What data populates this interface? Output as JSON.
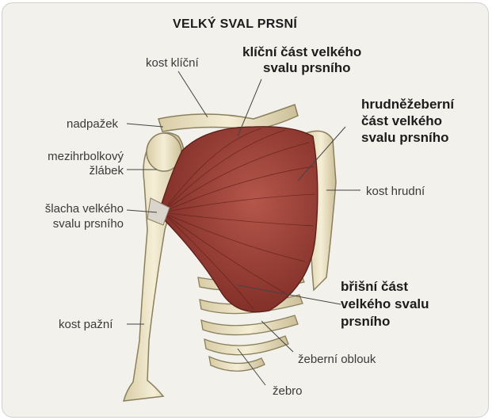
{
  "title": "VELKÝ SVAL PRSNÍ",
  "labels": {
    "kost_klicni": "kost klíční",
    "nadpazek": "nadpažek",
    "mezihrbolkovy_line1": "mezihrbolkový",
    "mezihrbolkovy_line2": "žlábek",
    "slacha_line1": "šlacha velkého",
    "slacha_line2": "svalu prsního",
    "kost_pazni": "kost pažní",
    "kost_hrudni": "kost hrudní",
    "zeberni_oblouk": "žeberní oblouk",
    "zebro": "žebro",
    "klicni_cast_line1": "klíční část velkého",
    "klicni_cast_line2": "svalu prsního",
    "hrudnezeberni_line1": "hrudněžeberní",
    "hrudnezeberni_line2": "část velkého",
    "hrudnezeberni_line3": "svalu prsního",
    "brisni_line1": "břišní část",
    "brisni_line2": "velkého svalu",
    "brisni_line3": "prsního"
  },
  "colors": {
    "bone": "#efe6c8",
    "bone_outline": "#8a7f5e",
    "muscle": "#9b3c34",
    "muscle_dark": "#6e241f",
    "muscle_light": "#c97a6c",
    "leader": "#444444"
  }
}
